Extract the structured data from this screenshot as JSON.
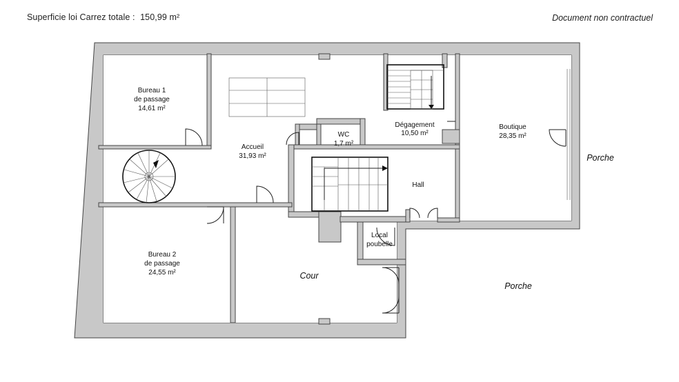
{
  "header": {
    "area_label": "Superficie loi Carrez totale :",
    "area_value": "150,99 m²",
    "disclaimer": "Document non contractuel"
  },
  "rooms": {
    "bureau1": {
      "line1": "Bureau 1",
      "line2": "de passage",
      "area": "14,61 m²"
    },
    "accueil": {
      "line1": "Accueil",
      "area": "31,93 m²"
    },
    "wc": {
      "line1": "WC",
      "area": "1,7 m²"
    },
    "degagement": {
      "line1": "Dégagement",
      "area": "10,50 m²"
    },
    "boutique": {
      "line1": "Boutique",
      "area": "28,35 m²"
    },
    "hall": {
      "line1": "Hall"
    },
    "local": {
      "line1": "Local",
      "line2": "poubelle"
    },
    "bureau2": {
      "line1": "Bureau 2",
      "line2": "de passage",
      "area": "24,55 m²"
    },
    "cour": {
      "line1": "Cour"
    }
  },
  "outside": {
    "porche_right": "Porche",
    "porche_bottom": "Porche"
  },
  "colors": {
    "wall_fill": "#c8c8c8",
    "wall_stroke": "#444444",
    "background": "#ffffff"
  }
}
